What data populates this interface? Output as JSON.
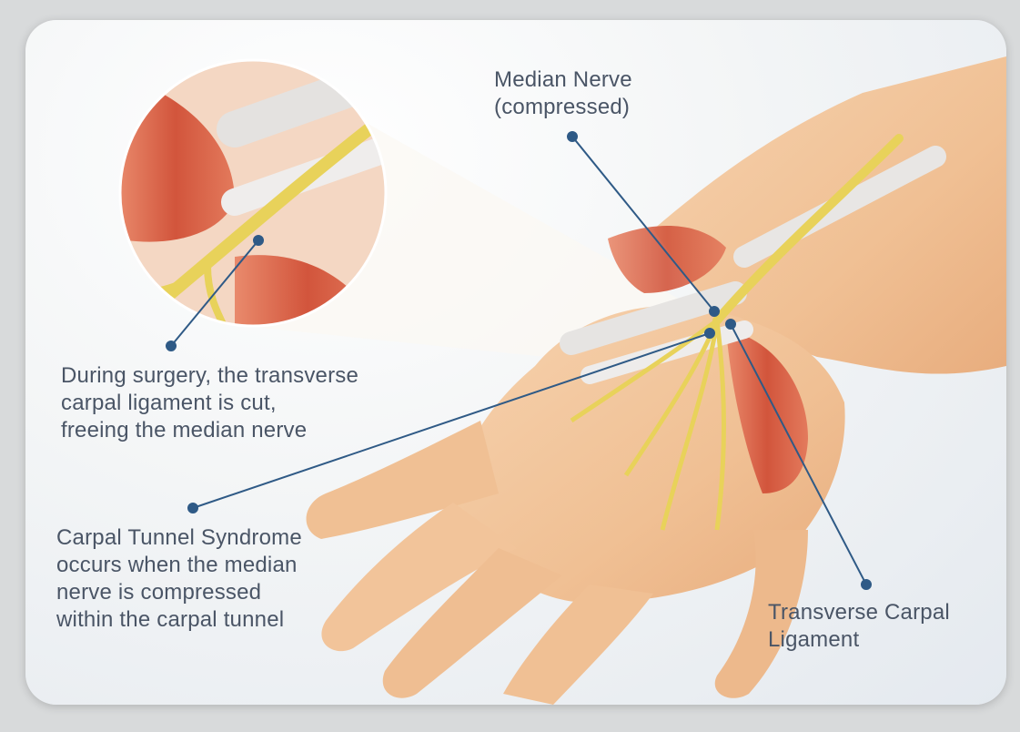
{
  "labels": {
    "median_nerve": "Median Nerve\n(compressed)",
    "surgery": "During surgery, the transverse\ncarpal ligament is cut,\nfreeing the median nerve",
    "carpal_tunnel": "Carpal Tunnel Syndrome\noccurs when the median\nnerve is compressed\nwithin the carpal tunnel",
    "ligament": "Transverse Carpal\nLigament"
  },
  "colors": {
    "skin": "#f2c49a",
    "muscle": "#d9644a",
    "nerve": "#e8d25a",
    "tendon": "#e6e4e2",
    "leader": "#2f5a86",
    "text": "#4a5566"
  }
}
